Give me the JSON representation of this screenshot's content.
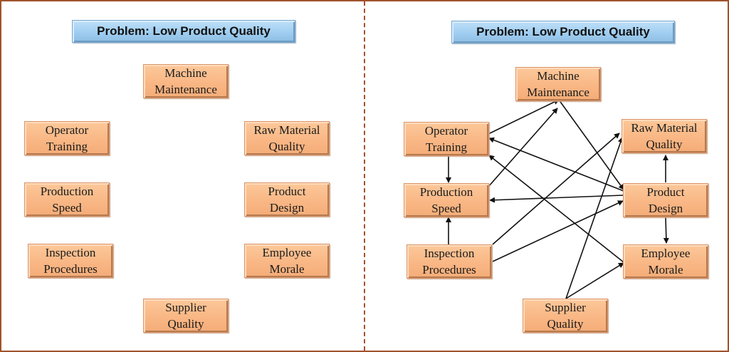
{
  "left_panel": {
    "title": "Problem: Low Product Quality",
    "nodes": [
      {
        "id": "mm",
        "line1": "Machine",
        "line2": "Maintenance"
      },
      {
        "id": "ot",
        "line1": "Operator",
        "line2": "Training"
      },
      {
        "id": "rmq",
        "line1": "Raw Material",
        "line2": "Quality"
      },
      {
        "id": "ps",
        "line1": "Production",
        "line2": "Speed"
      },
      {
        "id": "pd",
        "line1": "Product",
        "line2": "Design"
      },
      {
        "id": "ip",
        "line1": "Inspection",
        "line2": "Procedures"
      },
      {
        "id": "em",
        "line1": "Employee",
        "line2": "Morale"
      },
      {
        "id": "sq",
        "line1": "Supplier",
        "line2": "Quality"
      }
    ]
  },
  "right_panel": {
    "title": "Problem: Low Product Quality",
    "nodes": [
      {
        "id": "mm",
        "line1": "Machine",
        "line2": "Maintenance"
      },
      {
        "id": "ot",
        "line1": "Operator",
        "line2": "Training"
      },
      {
        "id": "rmq",
        "line1": "Raw Material",
        "line2": "Quality"
      },
      {
        "id": "ps",
        "line1": "Production",
        "line2": "Speed"
      },
      {
        "id": "pd",
        "line1": "Product",
        "line2": "Design"
      },
      {
        "id": "ip",
        "line1": "Inspection",
        "line2": "Procedures"
      },
      {
        "id": "em",
        "line1": "Employee",
        "line2": "Morale"
      },
      {
        "id": "sq",
        "line1": "Supplier",
        "line2": "Quality"
      }
    ],
    "edges": [
      {
        "from": "ot",
        "to": "mm"
      },
      {
        "from": "ps",
        "to": "mm"
      },
      {
        "from": "mm",
        "to": "pd"
      },
      {
        "from": "pd",
        "to": "ot"
      },
      {
        "from": "em",
        "to": "ot"
      },
      {
        "from": "ot",
        "to": "ps"
      },
      {
        "from": "ip",
        "to": "ps"
      },
      {
        "from": "pd",
        "to": "ps"
      },
      {
        "from": "ip",
        "to": "rmq"
      },
      {
        "from": "ip",
        "to": "pd"
      },
      {
        "from": "sq",
        "to": "rmq"
      },
      {
        "from": "sq",
        "to": "em"
      },
      {
        "from": "pd",
        "to": "rmq"
      },
      {
        "from": "pd",
        "to": "em"
      }
    ]
  },
  "colors": {
    "frame": "#a0522d",
    "title_fill": "#9dccf0",
    "node_fill": "#f9b785",
    "edge": "#111111"
  }
}
